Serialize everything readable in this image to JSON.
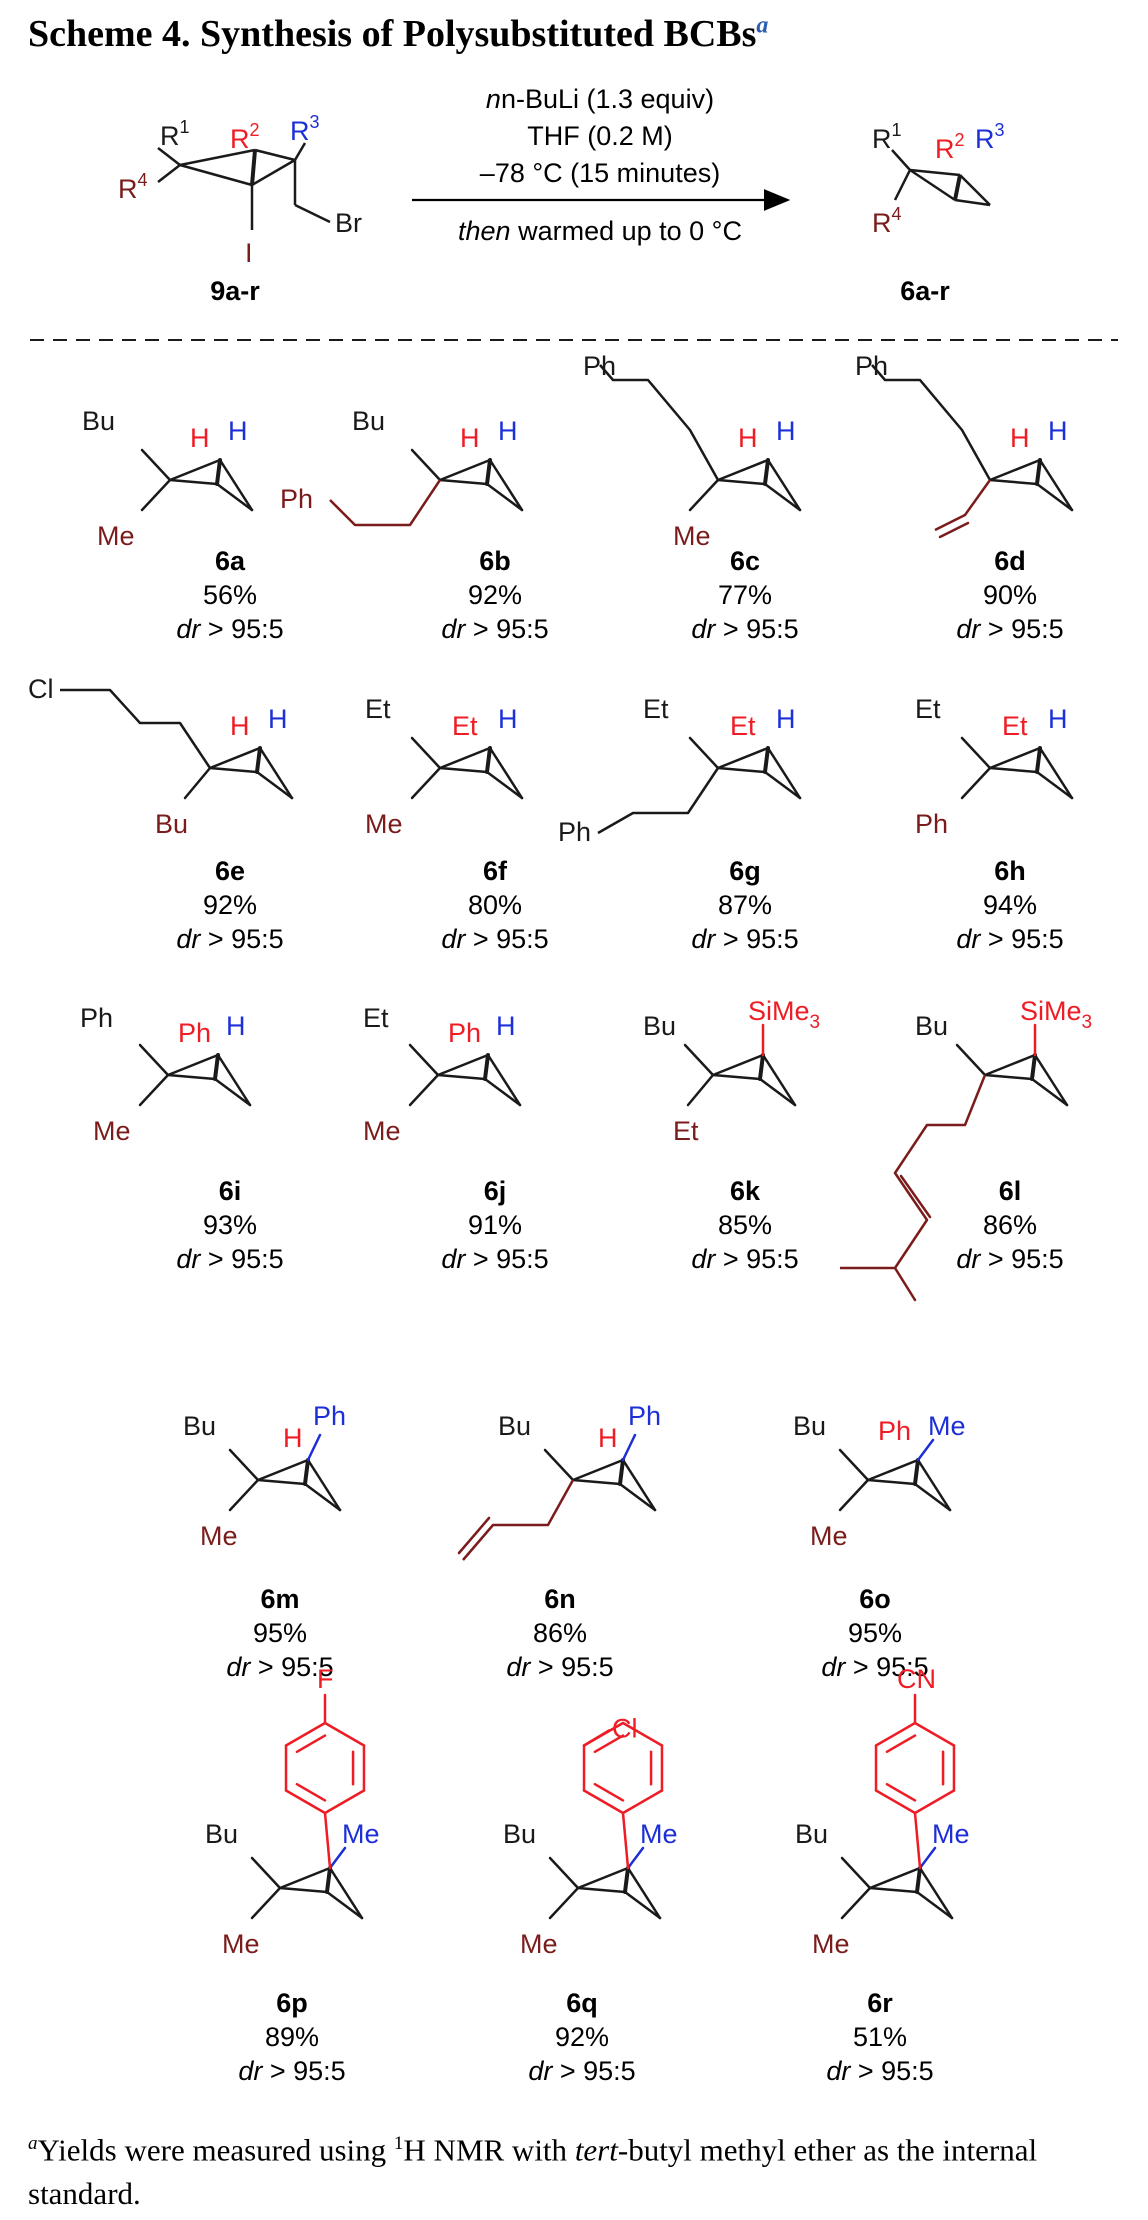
{
  "colors": {
    "black": "#1a1a1a",
    "dark_red": "#7b1c1c",
    "red": "#ee1c24",
    "blue": "#1d2fd6",
    "footnote_mark": "#2a5db0"
  },
  "title": {
    "text": "Scheme 4. Synthesis of Polysubstituted BCBs",
    "mark": "a"
  },
  "reaction": {
    "conditions": [
      "n-BuLi (1.3 equiv)",
      "THF (0.2 M)",
      "–78 °C (15 minutes)"
    ],
    "then_word": "then",
    "then_rest": " warmed up to 0 °C",
    "reactant_label": "9a-r",
    "product_label": "6a-r",
    "r1": "R",
    "r1_sup": "1",
    "r2": "R",
    "r2_sup": "2",
    "r3": "R",
    "r3_sup": "3",
    "r4": "R",
    "r4_sup": "4",
    "iodo": "I",
    "bromo": "Br"
  },
  "compounds": [
    {
      "id": "6a",
      "yield": "56%",
      "dr": "dr",
      "ratio": " > 95:5",
      "subs": [
        "Bu",
        "H",
        "H",
        "Me"
      ]
    },
    {
      "id": "6b",
      "yield": "92%",
      "dr": "dr",
      "ratio": " > 95:5",
      "subs": [
        "Bu",
        "H",
        "H",
        "Ph"
      ]
    },
    {
      "id": "6c",
      "yield": "77%",
      "dr": "dr",
      "ratio": " > 95:5",
      "subs": [
        "Ph",
        "H",
        "H",
        "Me"
      ]
    },
    {
      "id": "6d",
      "yield": "90%",
      "dr": "dr",
      "ratio": " > 95:5",
      "subs": [
        "Ph",
        "H",
        "H"
      ]
    },
    {
      "id": "6e",
      "yield": "92%",
      "dr": "dr",
      "ratio": " > 95:5",
      "subs": [
        "Cl",
        "H",
        "H",
        "Bu"
      ]
    },
    {
      "id": "6f",
      "yield": "80%",
      "dr": "dr",
      "ratio": " > 95:5",
      "subs": [
        "Et",
        "Et",
        "H",
        "Me"
      ]
    },
    {
      "id": "6g",
      "yield": "87%",
      "dr": "dr",
      "ratio": " > 95:5",
      "subs": [
        "Et",
        "Et",
        "H",
        "Ph"
      ]
    },
    {
      "id": "6h",
      "yield": "94%",
      "dr": "dr",
      "ratio": " > 95:5",
      "subs": [
        "Et",
        "Et",
        "H",
        "Ph"
      ]
    },
    {
      "id": "6i",
      "yield": "93%",
      "dr": "dr",
      "ratio": " > 95:5",
      "subs": [
        "Ph",
        "Ph",
        "H",
        "Me"
      ]
    },
    {
      "id": "6j",
      "yield": "91%",
      "dr": "dr",
      "ratio": " > 95:5",
      "subs": [
        "Et",
        "Ph",
        "H",
        "Me"
      ]
    },
    {
      "id": "6k",
      "yield": "85%",
      "dr": "dr",
      "ratio": " > 95:5",
      "subs": [
        "Bu",
        "SiMe",
        "3",
        "Et"
      ]
    },
    {
      "id": "6l",
      "yield": "86%",
      "dr": "dr",
      "ratio": " > 95:5",
      "subs": [
        "Bu",
        "SiMe",
        "3"
      ]
    },
    {
      "id": "6m",
      "yield": "95%",
      "dr": "dr",
      "ratio": " > 95:5",
      "subs": [
        "Bu",
        "H",
        "Ph",
        "Me"
      ]
    },
    {
      "id": "6n",
      "yield": "86%",
      "dr": "dr",
      "ratio": " > 95:5",
      "subs": [
        "Bu",
        "H",
        "Ph"
      ]
    },
    {
      "id": "6o",
      "yield": "95%",
      "dr": "dr",
      "ratio": " > 95:5",
      "subs": [
        "Bu",
        "Ph",
        "Me",
        "Me"
      ]
    },
    {
      "id": "6p",
      "yield": "89%",
      "dr": "dr",
      "ratio": " > 95:5",
      "subs": [
        "Bu",
        "F",
        "Me",
        "Me"
      ]
    },
    {
      "id": "6q",
      "yield": "92%",
      "dr": "dr",
      "ratio": " > 95:5",
      "subs": [
        "Bu",
        "Cl",
        "Me",
        "Me"
      ]
    },
    {
      "id": "6r",
      "yield": "51%",
      "dr": "dr",
      "ratio": " > 95:5",
      "subs": [
        "Bu",
        "CN",
        "Me",
        "Me"
      ]
    }
  ],
  "footnote": {
    "mark": "a",
    "t1": "Yields were measured using ",
    "sup": "1",
    "t2": "H NMR with ",
    "t3": "tert",
    "t4": "-butyl methyl ether as the internal standard."
  }
}
